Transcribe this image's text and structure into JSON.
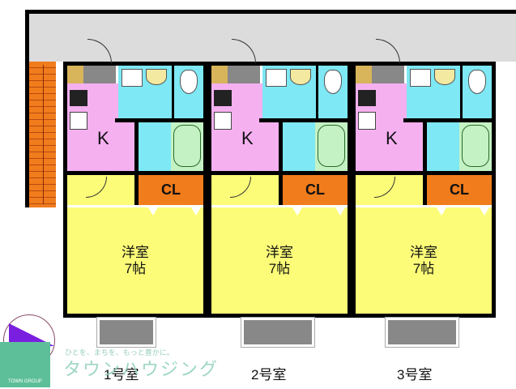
{
  "floorplan": {
    "units": [
      {
        "room_number": "1号室",
        "kitchen_label": "K",
        "closet_label": "CL",
        "western_room_label": "洋室",
        "western_room_size": "7帖"
      },
      {
        "room_number": "2号室",
        "kitchen_label": "K",
        "closet_label": "CL",
        "western_room_label": "洋室",
        "western_room_size": "7帖"
      },
      {
        "room_number": "3号室",
        "kitchen_label": "K",
        "closet_label": "CL",
        "western_room_label": "洋室",
        "western_room_size": "7帖"
      }
    ],
    "colors": {
      "kitchen": "#f5b0f0",
      "bathroom": "#7ee8f4",
      "bathtub": "#c4f2c4",
      "closet": "#f07c1c",
      "western_room": "#fcfc78",
      "corridor": "#dcdcdc",
      "stairs": "#f07c1c",
      "balcony": "#888888"
    }
  },
  "watermark": {
    "slogan": "ひとを、まちを、もっと豊かに。",
    "brand": "タウンハウジング",
    "logo_text": "TOWN GROUP",
    "brand_color": "#5dbf9a"
  }
}
